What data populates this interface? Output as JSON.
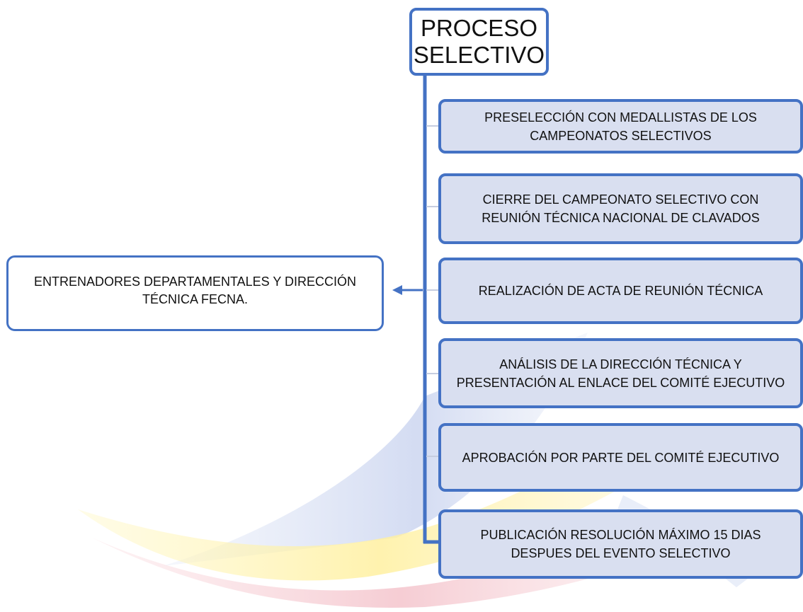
{
  "diagram": {
    "title": "PROCESO\nSELECTIVO",
    "steps": [
      "PRESELECCIÓN CON MEDALLISTAS DE LOS\nCAMPEONATOS SELECTIVOS",
      "CIERRE DEL CAMPEONATO SELECTIVO CON\nREUNIÓN TÉCNICA NACIONAL DE CLAVADOS",
      "REALIZACIÓN DE ACTA DE REUNIÓN TÉCNICA",
      "ANÁLISIS DE LA DIRECCIÓN TÉCNICA Y\nPRESENTACIÓN AL ENLACE DEL COMITÉ EJECUTIVO",
      "APROBACIÓN POR PARTE DEL COMITÉ EJECUTIVO",
      "PUBLICACIÓN RESOLUCIÓN MÁXIMO 15 DIAS\nDESPUES DEL EVENTO SELECTIVO"
    ],
    "side_note": "ENTRENADORES DEPARTAMENTALES Y DIRECCIÓN\nTÉCNICA FECNA.",
    "side_note_linked_step": 3
  },
  "colors": {
    "accent": "#4472c4",
    "step_fill": "#d9dff0",
    "watermark_yellow": "#fff3a6",
    "watermark_blue": "#c8d2ee",
    "watermark_red": "#f6c9cf"
  }
}
